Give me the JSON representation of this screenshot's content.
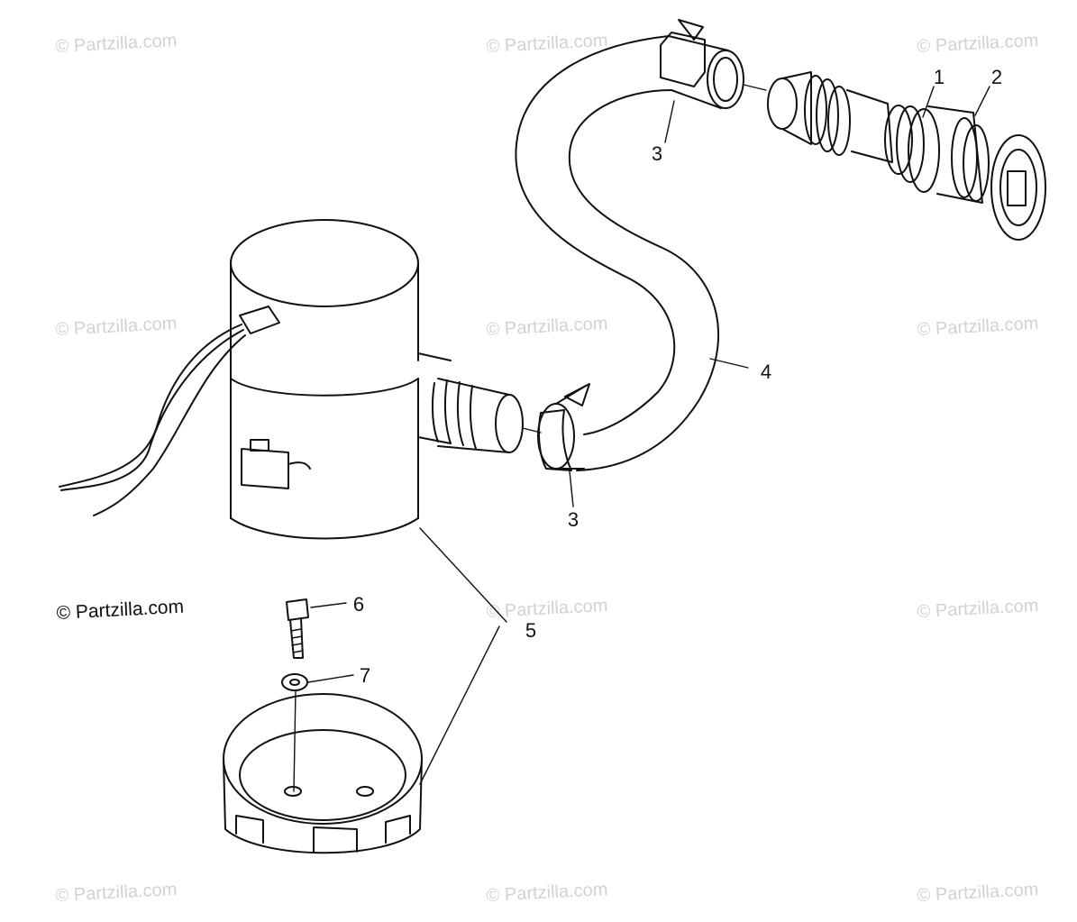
{
  "watermark": {
    "text": "© Partzilla.com"
  },
  "copyright": {
    "text": "© Partzilla.com"
  },
  "callouts": {
    "c1": "1",
    "c2": "2",
    "c3_top": "3",
    "c3_bottom": "3",
    "c4": "4",
    "c5": "5",
    "c6": "6",
    "c7": "7"
  },
  "parts": [
    {
      "ref": "1",
      "name": "thru-hull-fitting"
    },
    {
      "ref": "2",
      "name": "fitting-nut"
    },
    {
      "ref": "3",
      "name": "hose-clamp"
    },
    {
      "ref": "4",
      "name": "bilge-hose"
    },
    {
      "ref": "5",
      "name": "bilge-pump-assembly"
    },
    {
      "ref": "6",
      "name": "screw"
    },
    {
      "ref": "7",
      "name": "washer"
    }
  ]
}
